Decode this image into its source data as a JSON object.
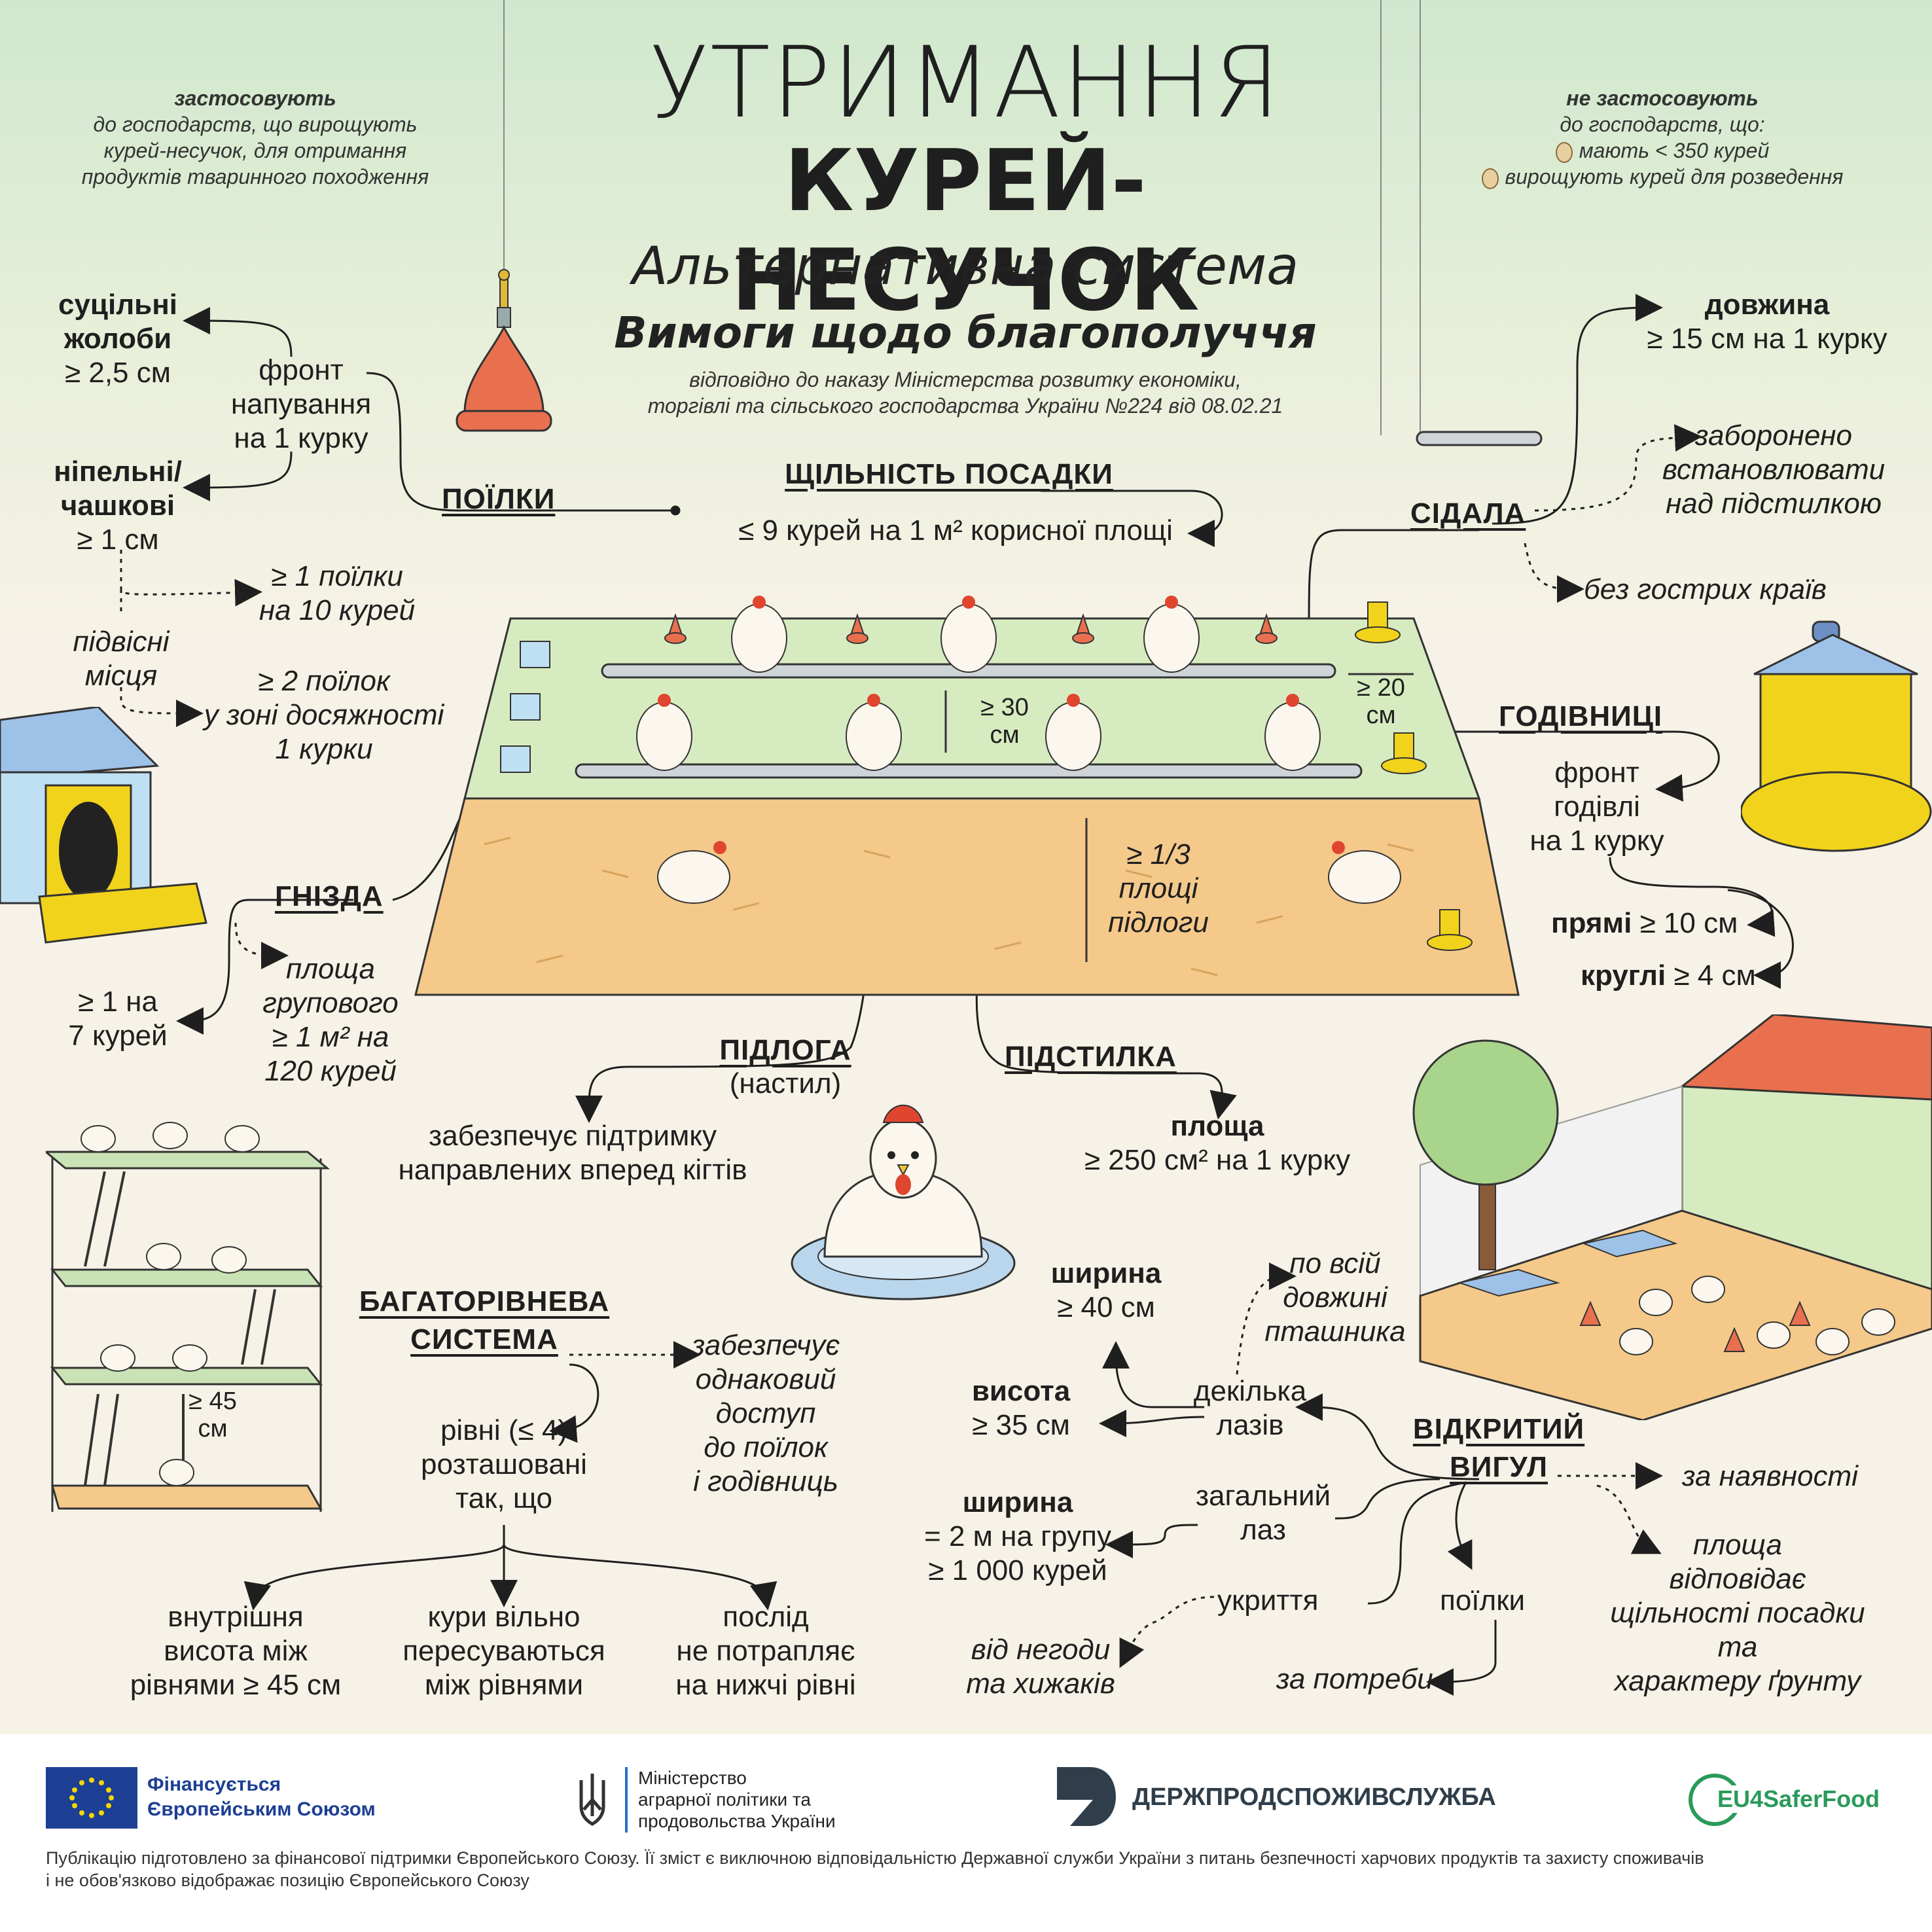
{
  "title": {
    "line1": "УТРИМАННЯ",
    "line2": "КУРЕЙ-НЕСУЧОК",
    "line3": "Альтернативна система",
    "line4": "Вимоги щодо благополуччя",
    "basis_line1": "відповідно до наказу Міністерства розвитку економіки,",
    "basis_line2": "торгівлі та сільського господарства України №224 від 08.02.21"
  },
  "scope_applies": {
    "heading": "застосовують",
    "line1": "до господарств, що вирощують",
    "line2": "курей-несучок, для отримання",
    "line3": "продуктів тваринного походження"
  },
  "scope_not_applies": {
    "heading": "не застосовують",
    "line1": "до господарств, що:",
    "item1": "мають < 350 курей",
    "item2": "вирощують курей для розведення"
  },
  "drinkers": {
    "heading": "ПОЇЛКИ",
    "front": [
      "фронт",
      "напування",
      "на 1 курку"
    ],
    "continuous": [
      "суцільні",
      "жолоби",
      "≥ 2,5 см"
    ],
    "nipple": [
      "нініпельні/",
      "чашкові",
      "≥ 1 см"
    ],
    "suspended": [
      "підвісні",
      "місця"
    ],
    "per10": [
      "≥ 1 поїлки",
      "на 10 курей"
    ],
    "reach": [
      "≥ 2 поїлок",
      "у зоні досяжності",
      "1 курки"
    ]
  },
  "density": {
    "heading": "ЩІЛЬНІСТЬ ПОСАДКИ",
    "value": "≤ 9 курей на 1 м² корисної площі"
  },
  "perches": {
    "heading": "СІДАЛА",
    "length_label": "довжина",
    "length_value": "≥ 15 см на 1 курку",
    "forbidden": [
      "заборонено",
      "встановлювати",
      "над підстилкою"
    ],
    "no_sharp": "без гострих країв",
    "gap_horizontal": [
      "≥ 20",
      "см"
    ],
    "gap_vertical": [
      "≥ 30",
      "см"
    ]
  },
  "feeders": {
    "heading": "ГОДІВНИЦІ",
    "front": [
      "фронт",
      "годівлі",
      "на 1 курку"
    ],
    "straight_label": "прямі",
    "straight_value": "≥ 10 см",
    "round_label": "круглі",
    "round_value": "≥  4 см"
  },
  "litter_share": [
    "≥ 1/3",
    "площі",
    "підлоги"
  ],
  "nests": {
    "heading": "ГНІЗДА",
    "per7": [
      "≥  1 на",
      "7 курей"
    ],
    "group": [
      "площа",
      "групового",
      "≥  1 м² на",
      "120 курей"
    ]
  },
  "floor": {
    "heading": "ПІДЛОГА",
    "sub": "(настил)",
    "desc": [
      "забезпечує підтримку",
      "направлених вперед кігтів"
    ]
  },
  "litter": {
    "heading": "ПІДСТИЛКА",
    "area_label": "площа",
    "area_value": "≥ 250 см² на 1 курку"
  },
  "multilevel": {
    "heading_line1": "БАГАТОРІВНЕВА",
    "heading_line2": "СИСТЕМА",
    "equal_access": [
      "забезпечує",
      "однаковий",
      "доступ",
      "до поїлок",
      "і годівниць"
    ],
    "levels": [
      "рівні (≤ 4)",
      "розташовані",
      "так, що"
    ],
    "inner_height": [
      "внутрішня",
      "висота між",
      "рівнями ≥ 45 см"
    ],
    "move_freely": [
      "кури вільно",
      "пересуваються",
      "між рівнями"
    ],
    "no_droppings": [
      "послід",
      "не потрапляє",
      "на нижчі рівні"
    ],
    "level_gap": [
      "≥ 45",
      "см"
    ]
  },
  "outdoor": {
    "heading_line1": "ВІДКРИТИЙ",
    "heading_line2": "ВИГУЛ",
    "if_available": "за наявності",
    "area": [
      "площа",
      "відповідає",
      "щільності посадки",
      "та",
      "характеру ґрунту"
    ],
    "several_holes": [
      "декілька",
      "лазів"
    ],
    "along_house": [
      "по всій",
      "довжині",
      "пташника"
    ],
    "hole_width": [
      "ширина",
      "≥ 40 см"
    ],
    "hole_height": [
      "висота",
      "≥ 35 см"
    ],
    "common_hole": [
      "загальний",
      "лаз"
    ],
    "common_width": [
      "ширина",
      "= 2 м на групу",
      "≥ 1 000 курей"
    ],
    "shelter": "укриття",
    "shelter_from": [
      "від негоди",
      "та хижаків"
    ],
    "drinkers": "поїлки",
    "as_needed": "за потреби"
  },
  "footer": {
    "eu_line1": "Фінансується",
    "eu_line2": "Європейським Союзом",
    "ministry_line1": "Міністерство",
    "ministry_line2": "аграрної політики та",
    "ministry_line3": "продовольства України",
    "service": "ДЕРЖПРОДСПОЖИВСЛУЖБА",
    "project": "EU4SaferFood",
    "disclaimer_line1": "Публікацію підготовлено за фінансової підтримки Європейського Союзу. Її зміст є виключною відповідальністю Державної служби України з питань безпечності харчових продуктів та захисту споживачів",
    "disclaimer_line2": "і не обов'язково відображає позицію Європейського Союзу"
  },
  "colors": {
    "green_floor": "#d7ebc0",
    "litter": "#f4c98a",
    "drinker_red": "#e8704e",
    "feeder_yellow": "#f2d31b",
    "nest_blue": "#bfe0f2",
    "eu_blue": "#1d3f94",
    "service_dark": "#2f3e4a",
    "project_green": "#2a9a5a"
  }
}
